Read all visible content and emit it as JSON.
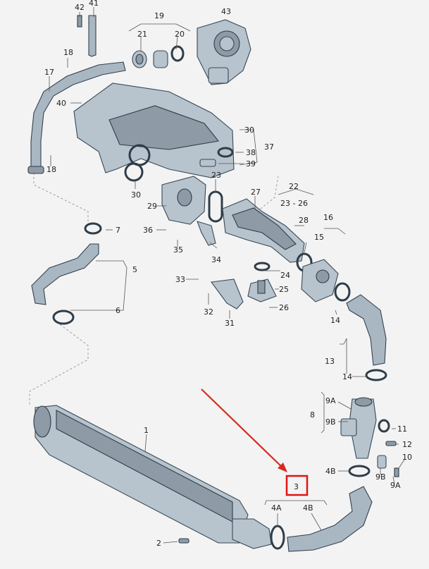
{
  "diagram": {
    "callouts": [
      {
        "id": "c42",
        "text": "42"
      },
      {
        "id": "c41",
        "text": "41"
      },
      {
        "id": "c19",
        "text": "19"
      },
      {
        "id": "c43",
        "text": "43"
      },
      {
        "id": "c21",
        "text": "21"
      },
      {
        "id": "c20",
        "text": "20"
      },
      {
        "id": "c18a",
        "text": "18"
      },
      {
        "id": "c17",
        "text": "17"
      },
      {
        "id": "c40",
        "text": "40"
      },
      {
        "id": "c30a",
        "text": "30"
      },
      {
        "id": "c38",
        "text": "38"
      },
      {
        "id": "c37",
        "text": "37"
      },
      {
        "id": "c39",
        "text": "39"
      },
      {
        "id": "c18b",
        "text": "18"
      },
      {
        "id": "c30b",
        "text": "30"
      },
      {
        "id": "c23",
        "text": "23"
      },
      {
        "id": "c22",
        "text": "22"
      },
      {
        "id": "c27",
        "text": "27"
      },
      {
        "id": "c2326",
        "text": "23 - 26"
      },
      {
        "id": "c29",
        "text": "29"
      },
      {
        "id": "c16",
        "text": "16"
      },
      {
        "id": "c28",
        "text": "28"
      },
      {
        "id": "c7",
        "text": "7"
      },
      {
        "id": "c36",
        "text": "36"
      },
      {
        "id": "c15",
        "text": "15"
      },
      {
        "id": "c35",
        "text": "35"
      },
      {
        "id": "c5",
        "text": "5"
      },
      {
        "id": "c34",
        "text": "34"
      },
      {
        "id": "c24",
        "text": "24"
      },
      {
        "id": "c33",
        "text": "33"
      },
      {
        "id": "c25",
        "text": "25"
      },
      {
        "id": "c6",
        "text": "6"
      },
      {
        "id": "c32",
        "text": "32"
      },
      {
        "id": "c26",
        "text": "26"
      },
      {
        "id": "c14a",
        "text": "14"
      },
      {
        "id": "c31",
        "text": "31"
      },
      {
        "id": "c13",
        "text": "13"
      },
      {
        "id": "c14b",
        "text": "14"
      },
      {
        "id": "c9A",
        "text": "9A"
      },
      {
        "id": "c8",
        "text": "8"
      },
      {
        "id": "c9B",
        "text": "9B"
      },
      {
        "id": "c11",
        "text": "11"
      },
      {
        "id": "c1",
        "text": "1"
      },
      {
        "id": "c12",
        "text": "12"
      },
      {
        "id": "c10",
        "text": "10"
      },
      {
        "id": "c4B",
        "text": "4B"
      },
      {
        "id": "c9Bb",
        "text": "9B"
      },
      {
        "id": "c9Ab",
        "text": "9A"
      },
      {
        "id": "c3",
        "text": "3"
      },
      {
        "id": "c4A",
        "text": "4A"
      },
      {
        "id": "c4Bb",
        "text": "4B"
      },
      {
        "id": "c2",
        "text": "2"
      }
    ],
    "highlight": {
      "target": "3",
      "box_color": "#e01414",
      "arrow_color": "#d62a20"
    },
    "colors": {
      "part_fill": "#b7c3cd",
      "outline": "#3a4a57",
      "background": "#f3f3f3"
    }
  }
}
